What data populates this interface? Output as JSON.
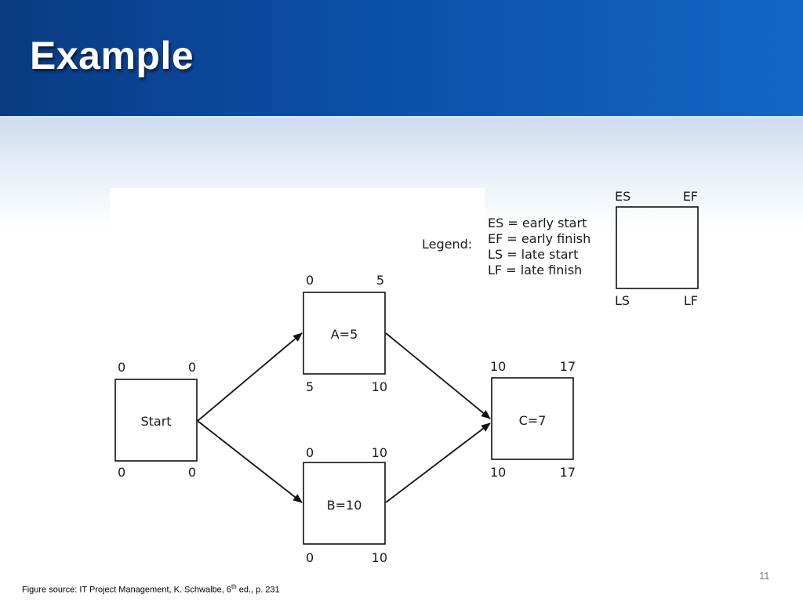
{
  "slide": {
    "title": "Example",
    "page_number": "11",
    "source_prefix": "Figure source: IT Project Management, K. Schwalbe, 6",
    "source_sup": "th",
    "source_suffix": " ed., p. 231"
  },
  "legend": {
    "label": "Legend:",
    "lines": [
      "ES = early start",
      "EF = early finish",
      "LS = late start",
      "LF = late finish"
    ],
    "box": {
      "tl": "ES",
      "tr": "EF",
      "bl": "LS",
      "br": "LF"
    }
  },
  "nodes": [
    {
      "id": "start",
      "label": "Start",
      "es": "0",
      "ef": "0",
      "ls": "0",
      "lf": "0"
    },
    {
      "id": "a",
      "label": "A=5",
      "es": "0",
      "ef": "5",
      "ls": "5",
      "lf": "10"
    },
    {
      "id": "b",
      "label": "B=10",
      "es": "0",
      "ef": "10",
      "ls": "0",
      "lf": "10"
    },
    {
      "id": "c",
      "label": "C=7",
      "es": "10",
      "ef": "17",
      "ls": "10",
      "lf": "17"
    }
  ],
  "edges": [
    {
      "from": "start",
      "to": "a"
    },
    {
      "from": "start",
      "to": "b"
    },
    {
      "from": "a",
      "to": "c"
    },
    {
      "from": "b",
      "to": "c"
    }
  ]
}
